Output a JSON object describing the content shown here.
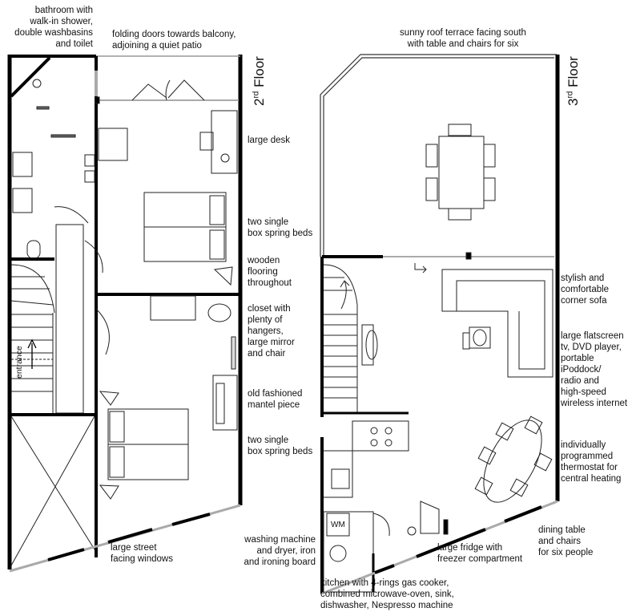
{
  "floors": {
    "second": {
      "number": "2",
      "suffix": "rd",
      "word": "Floor"
    },
    "third": {
      "number": "3",
      "suffix": "rd",
      "word": "Floor"
    }
  },
  "labels": {
    "bathroom": "bathroom with\nwalk-in shower,\ndouble washbasins\nand toilet",
    "folding_doors": "folding doors towards balcony,\nadjoining a quiet patio",
    "large_desk": "large desk",
    "beds_top": "two single\nbox spring beds",
    "wooden_flooring": "wooden\nflooring\nthroughout",
    "closet": "closet with\nplenty of\nhangers,\nlarge mirror\nand chair",
    "mantel": "old fashioned\nmantel piece",
    "beds_bottom": "two single\nbox spring beds",
    "street_windows": "large street\nfacing windows",
    "entrance": "entrance",
    "roof_terrace": "sunny roof terrace facing south\nwith table and chairs for six",
    "corner_sofa": "stylish and\ncomfortable\ncorner sofa",
    "flatscreen": "large flatscreen\ntv, DVD player,\nportable\niPoddock/\nradio and\nhigh-speed\nwireless internet",
    "thermostat": "individually\nprogrammed\nthermostat for\ncentral heating",
    "dining": "dining table\nand chairs\nfor six people",
    "washing": "washing machine\nand dryer, iron\nand ironing board",
    "fridge": "large fridge with\nfreezer compartment",
    "kitchen": "kitchen with 4-rings gas cooker,\ncombined microwave-oven, sink,\ndishwasher, Nespresso machine",
    "wm": "WM"
  },
  "colors": {
    "wall": "#000000",
    "window": "#aaaaaa",
    "furniture": "#333333"
  }
}
